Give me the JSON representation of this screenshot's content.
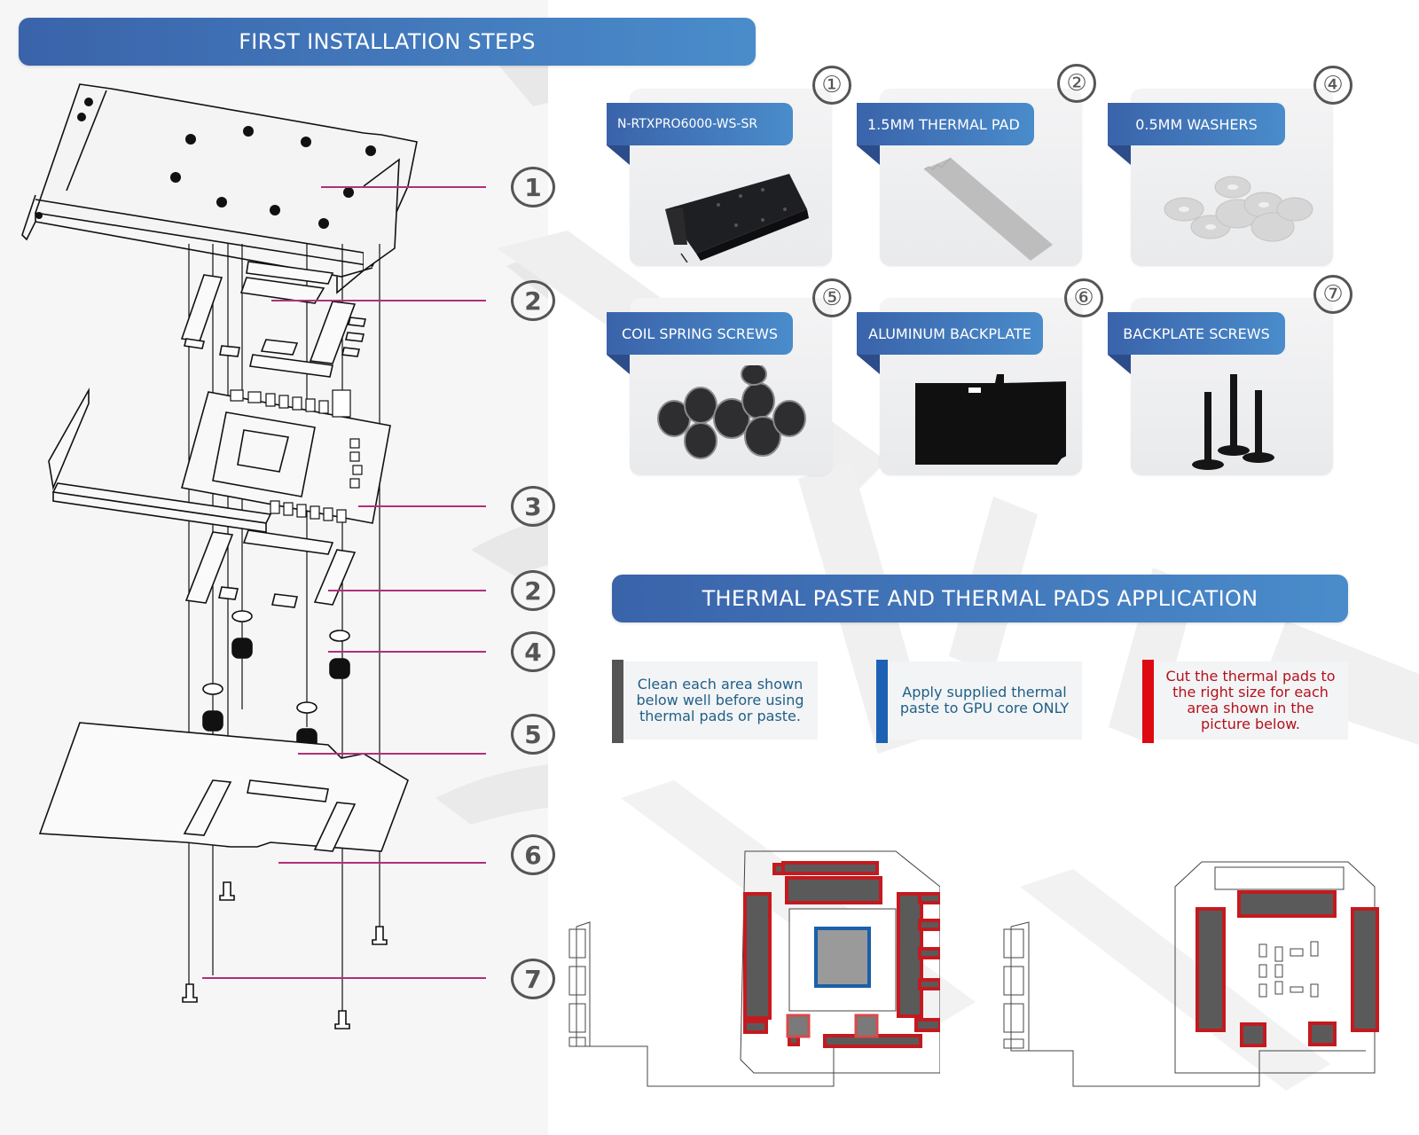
{
  "header": {
    "title": "FIRST INSTALLATION STEPS"
  },
  "exploded_view": {
    "step_labels": [
      "①",
      "②",
      "③",
      "②",
      "④",
      "⑤",
      "⑥",
      "⑦"
    ],
    "leader_color": "#b0307a"
  },
  "parts": [
    {
      "number": "①",
      "name": "N-RTXPRO6000-WS-SR",
      "image": "water-block"
    },
    {
      "number": "②",
      "name": "1.5MM THERMAL PAD",
      "image": "thermal-pad"
    },
    {
      "number": "④",
      "name": "0.5MM WASHERS",
      "image": "washers"
    },
    {
      "number": "⑤",
      "name": "COIL SPRING SCREWS",
      "image": "coil-spring-screws"
    },
    {
      "number": "⑥",
      "name": "ALUMINUM BACKPLATE",
      "image": "backplate"
    },
    {
      "number": "⑦",
      "name": "BACKPLATE SCREWS",
      "image": "backplate-screws"
    }
  ],
  "application": {
    "title": "THERMAL PASTE AND THERMAL PADS APPLICATION",
    "notes": [
      {
        "text": "Clean each area shown below well before using thermal pads or paste.",
        "accent": "#555555"
      },
      {
        "text": "Apply supplied thermal paste to GPU core ONLY",
        "accent": "#1b62b5"
      },
      {
        "text": "Cut the thermal pads to the right size for each area shown in the picture below.",
        "accent": "#dd0a12"
      }
    ],
    "boards": [
      {
        "name": "front-pcb",
        "paste_area": "gpu-core",
        "pad_color": "#c41a1f",
        "paste_color": "#1b5fa8"
      },
      {
        "name": "back-pcb",
        "pad_color": "#c41a1f"
      }
    ]
  },
  "colors": {
    "banner_start": "#3a63aa",
    "banner_end": "#4a8ccb",
    "pad_fill": "#5a5a5a",
    "pad_outline": "#c41a1f",
    "core_outline": "#1b5fa8",
    "core_fill": "#999999"
  }
}
